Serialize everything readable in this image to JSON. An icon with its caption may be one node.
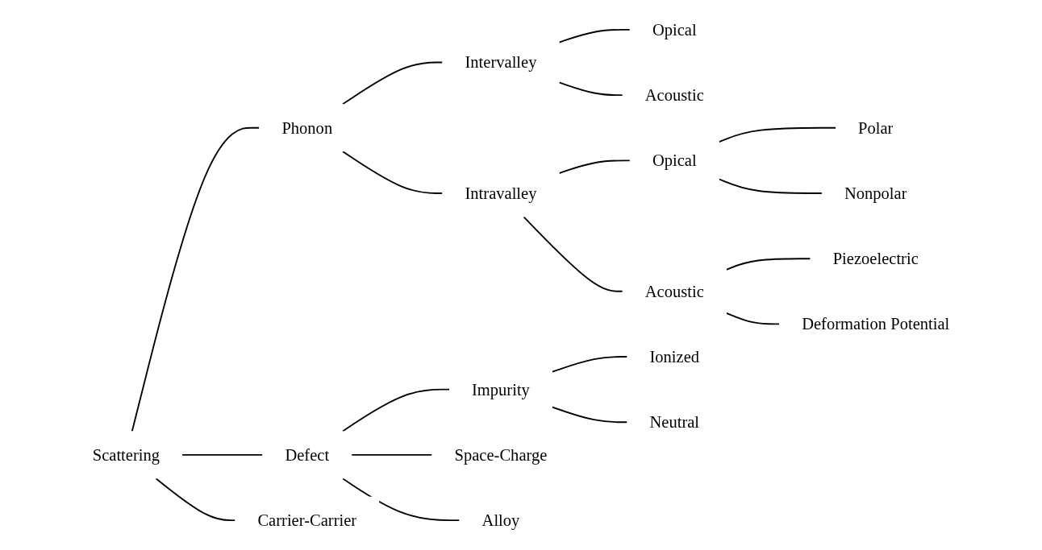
{
  "diagram": {
    "nodes": [
      {
        "text": [
          "Scattering"
        ]
      },
      {
        "text": [
          "Phonon"
        ]
      },
      {
        "text": [
          "Intervalley"
        ]
      },
      {
        "text": [
          "Opical"
        ]
      },
      {
        "text": [
          "Acoustic"
        ]
      },
      {
        "text": [
          "Intravalley"
        ]
      },
      {
        "text": [
          "Opical"
        ]
      },
      {
        "text": [
          "Polar"
        ]
      },
      {
        "text": [
          "Nonpolar"
        ]
      },
      {
        "text": [
          "Acoustic"
        ]
      },
      {
        "text": [
          "Piezoelectric"
        ]
      },
      {
        "text": [
          "Deformation Potential"
        ]
      },
      {
        "text": [
          "Defect"
        ]
      },
      {
        "text": [
          "Impurity"
        ]
      },
      {
        "text": [
          "Ionized"
        ]
      },
      {
        "text": [
          "Neutral"
        ]
      },
      {
        "text": [
          "Space-Charge"
        ]
      },
      {
        "text": [
          "Alloy"
        ]
      },
      {
        "text": [
          "Carrier-Carrier"
        ]
      }
    ],
    "edges": [
      {
        "from": 0,
        "to": 1,
        "arrow": "none"
      },
      {
        "from": 1,
        "to": 2,
        "arrow": "none"
      },
      {
        "from": 2,
        "to": 3,
        "arrow": "none"
      },
      {
        "from": 2,
        "to": 4,
        "arrow": "none"
      },
      {
        "from": 1,
        "to": 5,
        "arrow": "none"
      },
      {
        "from": 5,
        "to": 6,
        "arrow": "none"
      },
      {
        "from": 6,
        "to": 7,
        "arrow": "none"
      },
      {
        "from": 6,
        "to": 8,
        "arrow": "none"
      },
      {
        "from": 5,
        "to": 9,
        "arrow": "none"
      },
      {
        "from": 9,
        "to": 10,
        "arrow": "none"
      },
      {
        "from": 9,
        "to": 11,
        "arrow": "none"
      },
      {
        "from": 0,
        "to": 12,
        "arrow": "none"
      },
      {
        "from": 12,
        "to": 13,
        "arrow": "none"
      },
      {
        "from": 13,
        "to": 14,
        "arrow": "none"
      },
      {
        "from": 13,
        "to": 15,
        "arrow": "none"
      },
      {
        "from": 12,
        "to": 16,
        "arrow": "none"
      },
      {
        "from": 12,
        "to": 17,
        "arrow": "none"
      },
      {
        "from": 0,
        "to": 18,
        "arrow": "none"
      }
    ]
  }
}
